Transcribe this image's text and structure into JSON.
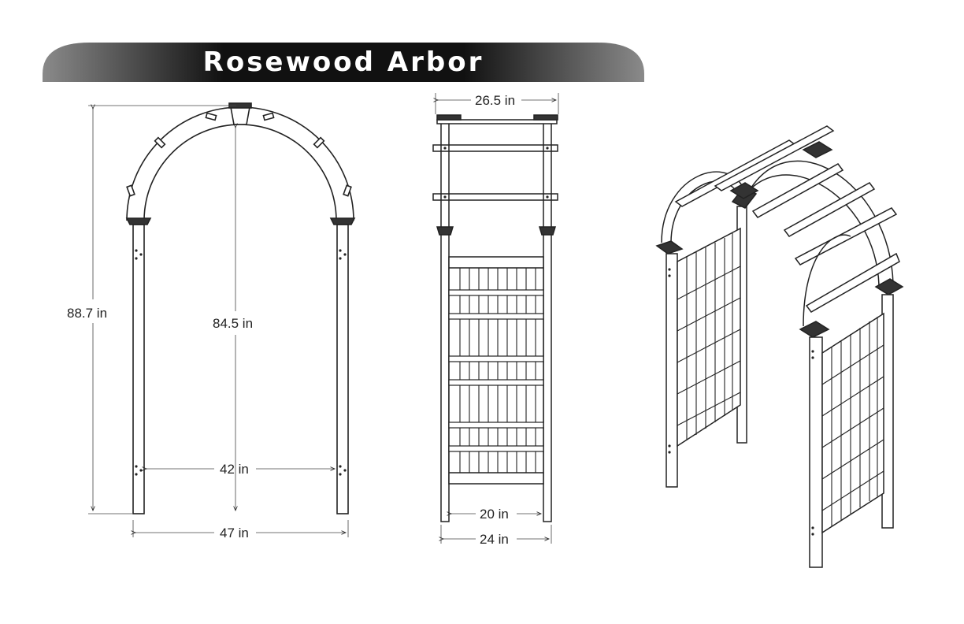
{
  "title": "Rosewood Arbor",
  "front_view": {
    "overall_height": "88.7 in",
    "inner_height": "84.5 in",
    "inner_width": "42 in",
    "outer_width": "47 in"
  },
  "side_view": {
    "top_width": "26.5 in",
    "inner_width": "20 in",
    "outer_width": "24 in"
  },
  "colors": {
    "banner_dark": "#111111",
    "banner_light": "#8a8a8a",
    "line": "#222222"
  }
}
